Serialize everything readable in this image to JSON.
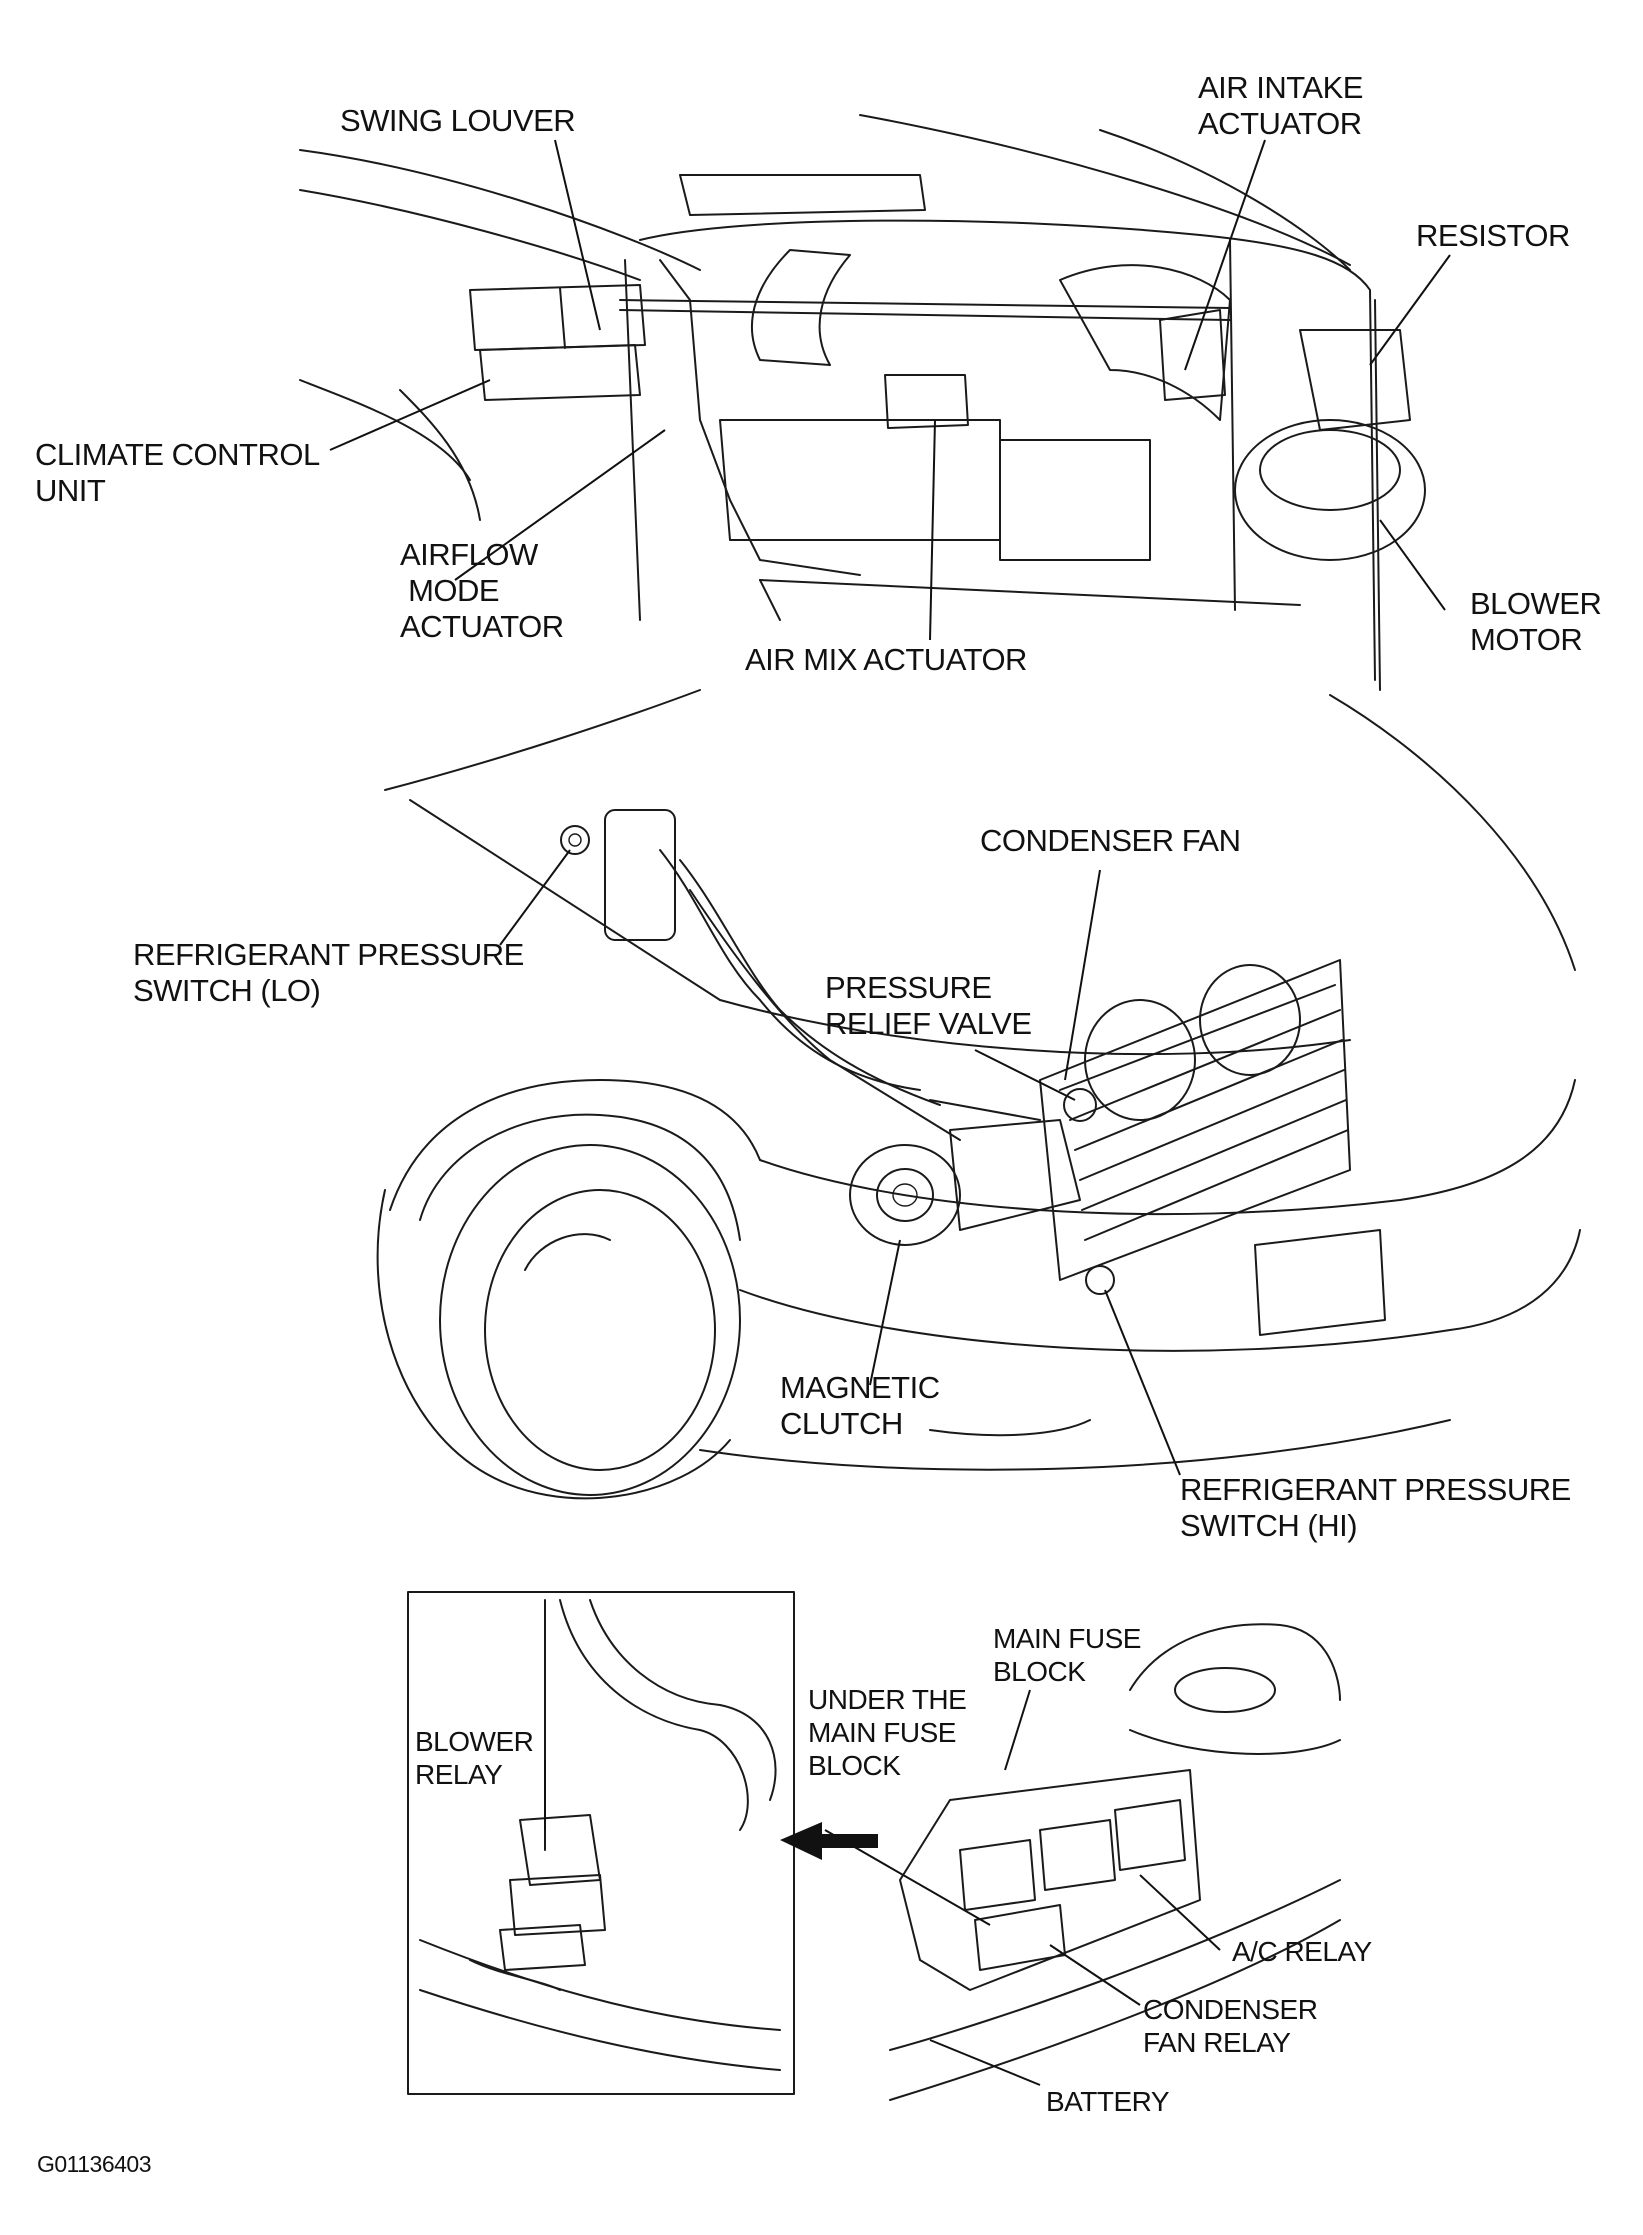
{
  "figure_code": "G01136403",
  "colors": {
    "ink": "#111111",
    "background": "#ffffff"
  },
  "labels": {
    "swing_louver": "SWING LOUVER",
    "air_intake_actuator": "AIR INTAKE\nACTUATOR",
    "resistor": "RESISTOR",
    "climate_control_unit": "CLIMATE CONTROL\nUNIT",
    "airflow_mode_actuator": "AIRFLOW\n MODE\nACTUATOR",
    "air_mix_actuator": "AIR MIX ACTUATOR",
    "blower_motor": "BLOWER\nMOTOR",
    "condenser_fan": "CONDENSER FAN",
    "refrigerant_pressure_switch_lo": "REFRIGERANT PRESSURE\nSWITCH (LO)",
    "pressure_relief_valve": "PRESSURE\nRELIEF VALVE",
    "magnetic_clutch": "MAGNETIC\nCLUTCH",
    "refrigerant_pressure_switch_hi": "REFRIGERANT PRESSURE\nSWITCH (HI)",
    "blower_relay": "BLOWER\nRELAY",
    "main_fuse_block": "MAIN FUSE\nBLOCK",
    "under_main_fuse_block": "UNDER THE\nMAIN FUSE\nBLOCK",
    "ac_relay": "A/C RELAY",
    "condenser_fan_relay": "CONDENSER\nFAN RELAY",
    "battery": "BATTERY"
  }
}
